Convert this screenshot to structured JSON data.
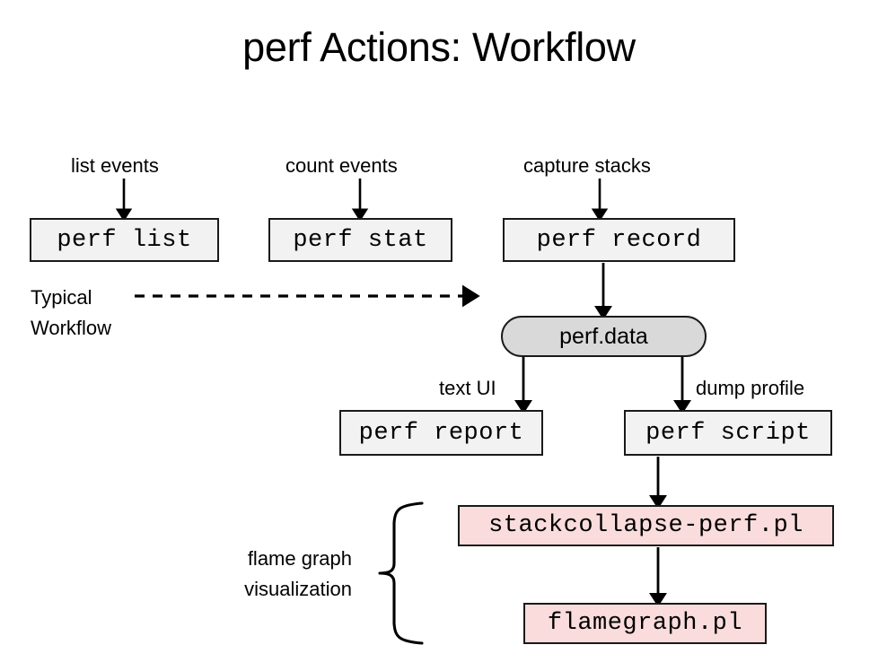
{
  "title": "perf Actions: Workflow",
  "nodes": {
    "perf_list": "perf list",
    "perf_stat": "perf stat",
    "perf_record": "perf record",
    "perf_data": "perf.data",
    "perf_report": "perf report",
    "perf_script": "perf script",
    "stackcollapse": "stackcollapse-perf.pl",
    "flamegraph": "flamegraph.pl"
  },
  "labels": {
    "list_events": "list events",
    "count_events": "count events",
    "capture_stacks": "capture stacks",
    "typical_workflow_line1": "Typical",
    "typical_workflow_line2": "Workflow",
    "text_ui": "text UI",
    "dump_profile": "dump profile",
    "flame_graph_line1": "flame graph",
    "flame_graph_line2": "visualization"
  },
  "colors": {
    "background": "#ffffff",
    "box_fill_grey": "#f2f2f2",
    "box_fill_data": "#d9d9d9",
    "box_fill_pink": "#fadcdc",
    "stroke": "#1a1a1a",
    "text": "#000000"
  },
  "connectors": [
    {
      "name": "list-events-to-perf-list",
      "from": "list events",
      "to": "perf list",
      "style": "solid-arrow"
    },
    {
      "name": "count-events-to-perf-stat",
      "from": "count events",
      "to": "perf stat",
      "style": "solid-arrow"
    },
    {
      "name": "capture-stacks-to-perf-record",
      "from": "capture stacks",
      "to": "perf record",
      "style": "solid-arrow"
    },
    {
      "name": "perf-record-to-perf-data",
      "from": "perf record",
      "to": "perf.data",
      "style": "solid-arrow"
    },
    {
      "name": "perf-data-to-perf-report",
      "from": "perf.data",
      "to": "perf report",
      "style": "solid-arrow",
      "label": "text UI"
    },
    {
      "name": "perf-data-to-perf-script",
      "from": "perf.data",
      "to": "perf script",
      "style": "solid-arrow",
      "label": "dump profile"
    },
    {
      "name": "perf-script-to-stackcollapse",
      "from": "perf script",
      "to": "stackcollapse-perf.pl",
      "style": "solid-arrow"
    },
    {
      "name": "stackcollapse-to-flamegraph",
      "from": "stackcollapse-perf.pl",
      "to": "flamegraph.pl",
      "style": "solid-arrow"
    },
    {
      "name": "typical-workflow-arrow",
      "from": "Typical Workflow",
      "to": "perf record",
      "style": "dashed-arrow"
    }
  ],
  "brace": {
    "name": "flame-graph-brace",
    "groups": [
      "stackcollapse-perf.pl",
      "flamegraph.pl"
    ],
    "label": "flame graph visualization"
  }
}
